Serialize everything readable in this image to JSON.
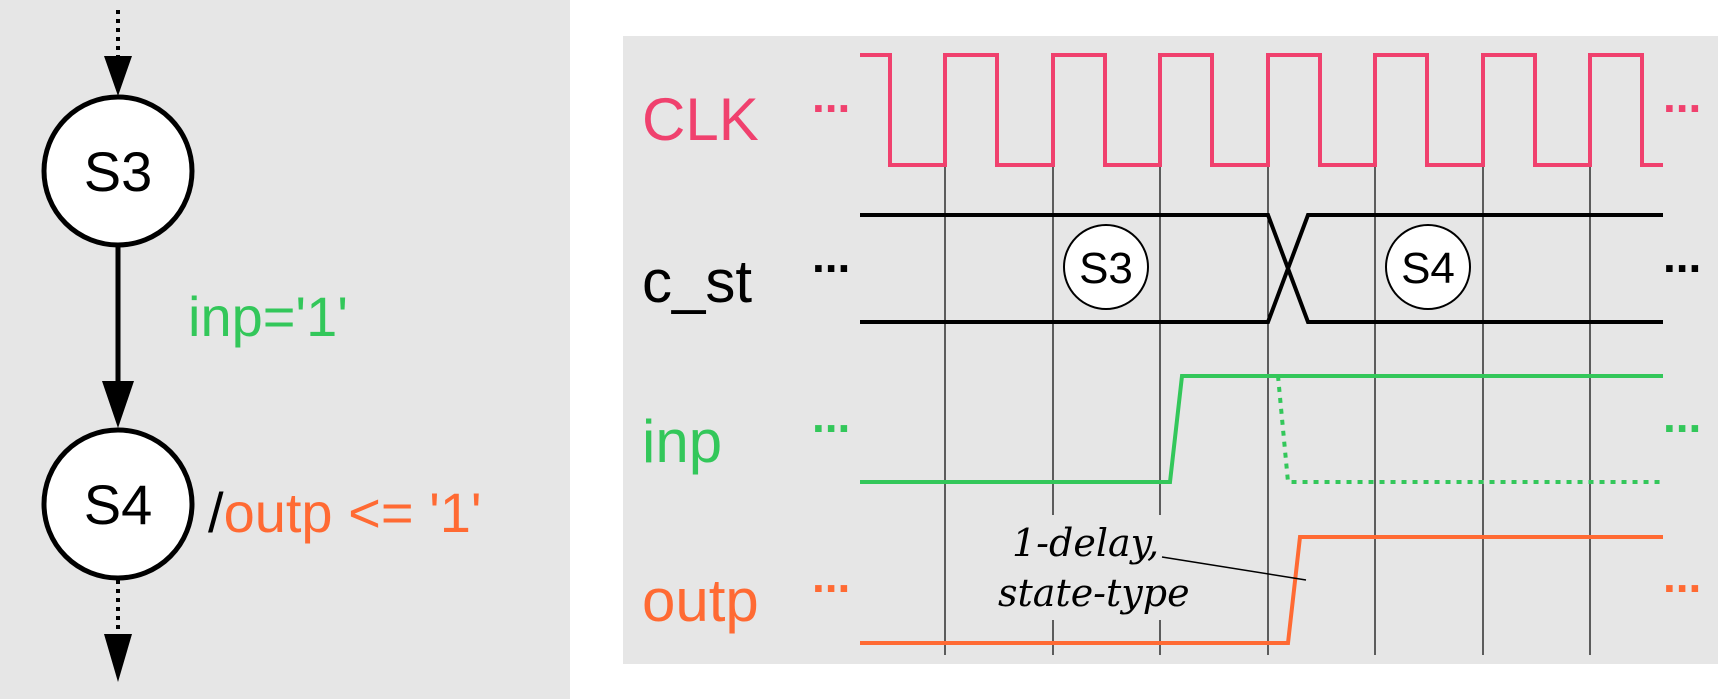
{
  "state_diagram": {
    "states": [
      {
        "id": "S3",
        "label": "S3"
      },
      {
        "id": "S4",
        "label": "S4"
      }
    ],
    "transition_condition": "inp='1'",
    "moore_output_prefix": "/",
    "moore_output": "outp <= '1'"
  },
  "timing_diagram": {
    "signals": [
      {
        "name": "CLK",
        "color": "#f0416e",
        "ellipsis": "..."
      },
      {
        "name": "c_st",
        "color": "#000000",
        "ellipsis": "..."
      },
      {
        "name": "inp",
        "color": "#33c75a",
        "ellipsis": "..."
      },
      {
        "name": "outp",
        "color": "#ff6a33",
        "ellipsis": "..."
      }
    ],
    "state_bubbles": [
      "S3",
      "S4"
    ],
    "annotation": {
      "line1": "1-delay,",
      "line2": "state-type"
    }
  },
  "colors": {
    "clk": "#f0416e",
    "inp": "#33c75a",
    "outp": "#ff6a33",
    "panel": "#e6e6e6"
  }
}
